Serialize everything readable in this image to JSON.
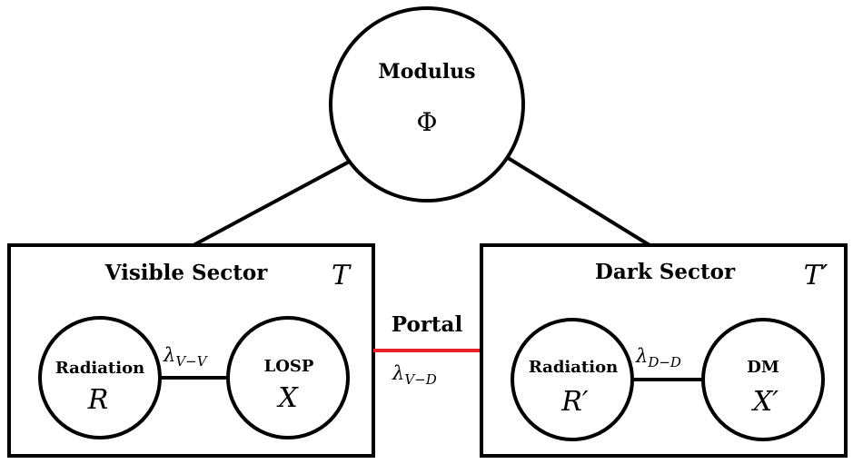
{
  "modulus": {
    "title": "Modulus",
    "symbol": "Φ"
  },
  "visible_sector": {
    "title": "Visible Sector",
    "temperature": "T",
    "left_node": {
      "label": "Radiation",
      "symbol": "R"
    },
    "right_node": {
      "label": "LOSP",
      "symbol": "X"
    },
    "coupling": {
      "base": "λ",
      "sub": "V−V"
    }
  },
  "dark_sector": {
    "title": "Dark Sector",
    "temperature": "T′",
    "left_node": {
      "label": "Radiation",
      "symbol": "R′"
    },
    "right_node": {
      "label": "DM",
      "symbol": "X′"
    },
    "coupling": {
      "base": "λ",
      "sub": "D−D"
    }
  },
  "portal": {
    "label": "Portal",
    "coupling": {
      "base": "λ",
      "sub": "V−D"
    },
    "color": "#e8202a"
  }
}
